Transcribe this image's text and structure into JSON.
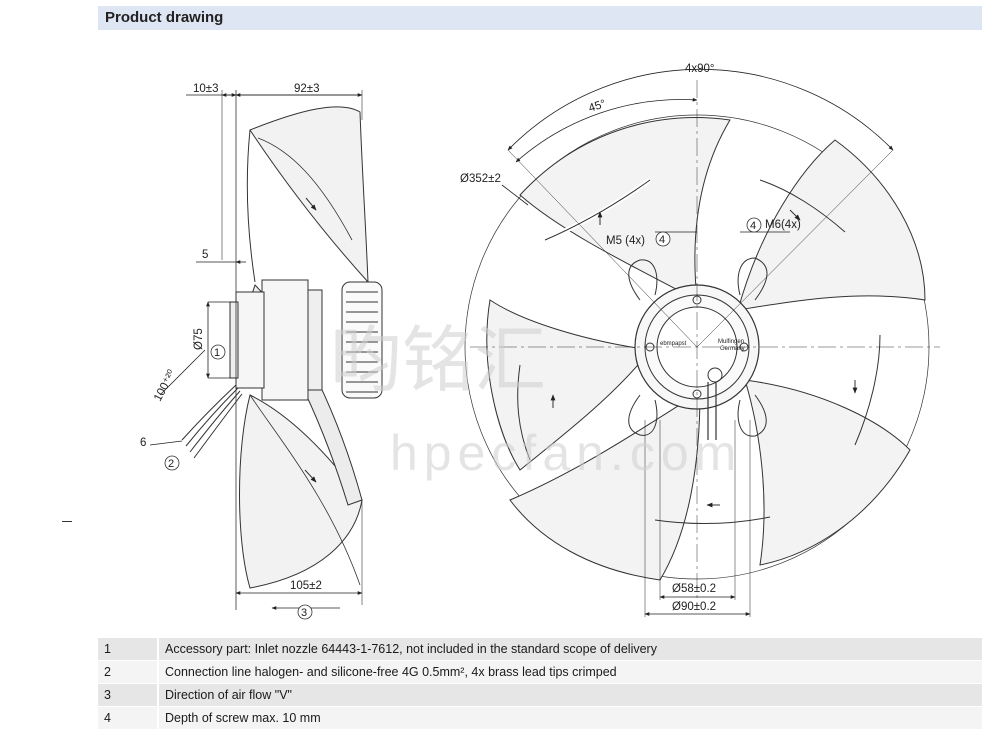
{
  "header": {
    "title": "Product drawing"
  },
  "drawing": {
    "dims": {
      "dim_10": "10±3",
      "dim_92": "92±3",
      "dim_5": "5",
      "dim_d75": "Ø75",
      "dim_100": "100⁺²⁰",
      "dim_6": "6",
      "dim_105": "105±2",
      "dim_4x90": "4x90°",
      "dim_45": "45°",
      "dim_d352": "Ø352±2",
      "dim_m5": "M5 (4x)",
      "dim_m6": "M6(4x)",
      "dim_d58": "Ø58±0.2",
      "dim_d90": "Ø90±0.2"
    },
    "callouts": {
      "c1": "1",
      "c2": "2",
      "c3": "3",
      "c4a": "4",
      "c4b": "4"
    },
    "watermark": {
      "cn": "昀铭汇",
      "en": "hpecfan.com"
    },
    "logo": {
      "brand": "ebmpapst",
      "mulfingen": "Mulfingen",
      "germany": "Germany"
    }
  },
  "legend": {
    "rows": [
      {
        "num": "1",
        "text": "Accessory part: Inlet nozzle 64443-1-7612, not included in the standard scope of delivery"
      },
      {
        "num": "2",
        "text": "Connection line halogen- and silicone-free 4G 0.5mm², 4x brass lead tips crimped"
      },
      {
        "num": "3",
        "text": "Direction of air flow \"V\""
      },
      {
        "num": "4",
        "text": "Depth of screw max. 10 mm"
      }
    ]
  }
}
